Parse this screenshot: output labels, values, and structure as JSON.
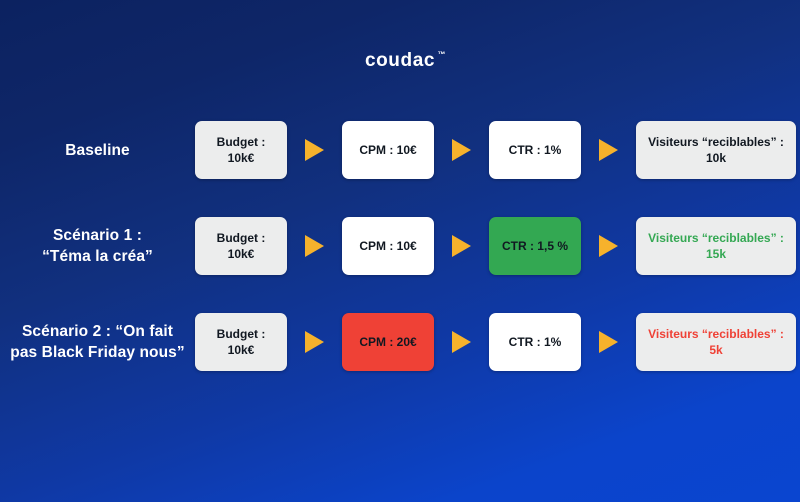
{
  "brand": {
    "wordmark": "coudac",
    "trademark": "™"
  },
  "colors": {
    "background_top": "#0c2260",
    "background_bottom": "#0a45d0",
    "arrow": "#f6b22c",
    "card_gray": "#eceded",
    "card_white": "#ffffff",
    "green": "#33a852",
    "red": "#ef4136",
    "text_dark": "#111821",
    "text_light": "#ffffff"
  },
  "rows": [
    {
      "label": "Baseline",
      "budget": "Budget : 10k€",
      "cpm": "CPM : 10€",
      "ctr": "CTR : 1%",
      "result_title": "Visiteurs “reciblables” :",
      "result_value": "10k",
      "cpm_state": "neutral",
      "ctr_state": "neutral",
      "result_state": "neutral"
    },
    {
      "label": "Scénario 1 :\n“Téma la créa”",
      "budget": "Budget : 10k€",
      "cpm": "CPM : 10€",
      "ctr": "CTR : 1,5 %",
      "result_title": "Visiteurs “reciblables” :",
      "result_value": "15k",
      "cpm_state": "neutral",
      "ctr_state": "green",
      "result_state": "green"
    },
    {
      "label": "Scénario 2 : “On fait pas Black Friday nous”",
      "budget": "Budget : 10k€",
      "cpm": "CPM : 20€",
      "ctr": "CTR : 1%",
      "result_title": "Visiteurs “reciblables” :",
      "result_value": "5k",
      "cpm_state": "red",
      "ctr_state": "neutral",
      "result_state": "red"
    }
  ],
  "arrow_icon": "triangle-right-icon"
}
